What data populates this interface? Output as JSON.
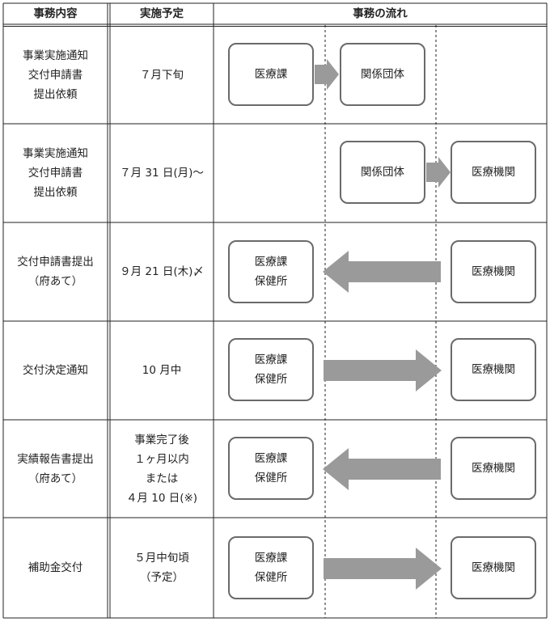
{
  "headers": {
    "content": "事務内容",
    "schedule": "実施予定",
    "flow": "事務の流れ"
  },
  "rows": [
    {
      "content": "事業実施通知\n交付申請書\n提出依頼",
      "schedule": "７月下旬",
      "left_box": "医療課",
      "mid_box": "関係団体",
      "right_box": ""
    },
    {
      "content": "事業実施通知\n交付申請書\n提出依頼",
      "schedule": "７月 31 日(月)～",
      "left_box": "",
      "mid_box": "関係団体",
      "right_box": "医療機関"
    },
    {
      "content": "交付申請書提出\n（府あて）",
      "schedule": "９月 21 日(木)〆",
      "left_box": "医療課\n保健所",
      "mid_box": "",
      "right_box": "医療機関"
    },
    {
      "content": "交付決定通知",
      "schedule": "10 月中",
      "left_box": "医療課\n保健所",
      "mid_box": "",
      "right_box": "医療機関"
    },
    {
      "content": "実績報告書提出\n（府あて）",
      "schedule": "事業完了後\n１ヶ月以内\nまたは\n４月 10 日(※)",
      "left_box": "医療課\n保健所",
      "mid_box": "",
      "right_box": "医療機関"
    },
    {
      "content": "補助金交付",
      "schedule": "５月中旬頃\n（予定）",
      "left_box": "医療課\n保健所",
      "mid_box": "",
      "right_box": "医療機関"
    }
  ],
  "colors": {
    "border": "#222222",
    "box_border": "#6a6a6a",
    "arrow": "#9a9a9a"
  }
}
